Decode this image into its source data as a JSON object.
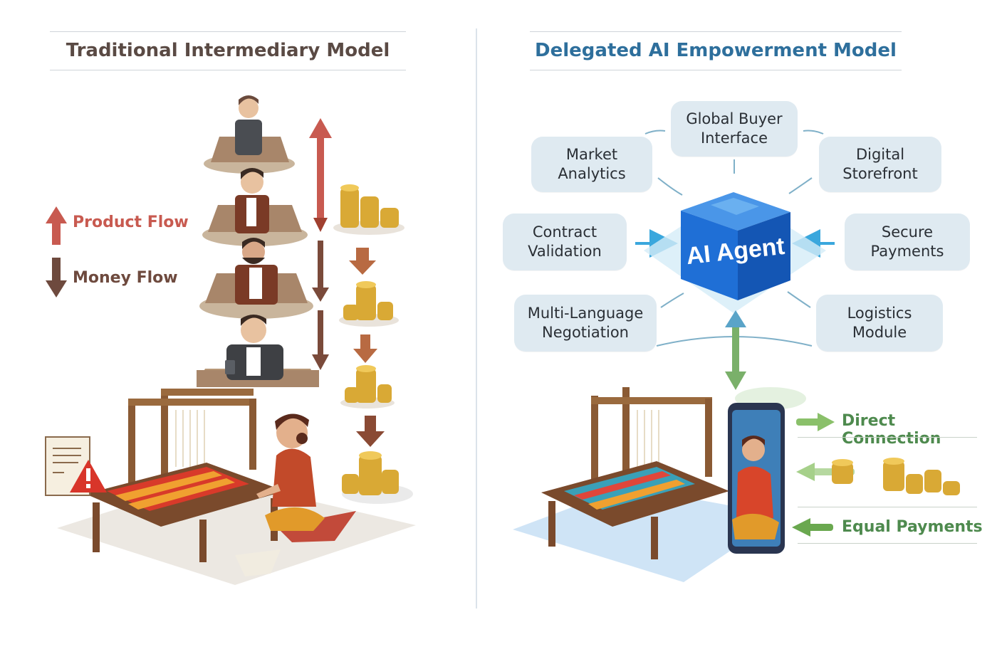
{
  "left": {
    "title": "Traditional Intermediary Model",
    "legend": [
      {
        "label": "Product Flow",
        "color": "#c85a50",
        "icon": "arrow-up-icon"
      },
      {
        "label": "Money Flow",
        "color": "#6e4a3e",
        "icon": "arrow-down-icon"
      }
    ],
    "intermediary_count": 4,
    "coin_stack_count": 4,
    "warning_icon": "warning-icon",
    "document_icon": "document-icon"
  },
  "right": {
    "title": "Delegated AI Empowerment Model",
    "agent_label": "AI Agent",
    "modules": [
      {
        "id": "global-buyer",
        "label": "Global Buyer\nInterface"
      },
      {
        "id": "market-analytics",
        "label": "Market\nAnalytics"
      },
      {
        "id": "digital-storefront",
        "label": "Digital\nStorefront"
      },
      {
        "id": "contract-validation",
        "label": "Contract\nValidation"
      },
      {
        "id": "secure-payments",
        "label": "Secure\nPayments"
      },
      {
        "id": "multi-language",
        "label": "Multi-Language\nNegotiation"
      },
      {
        "id": "logistics",
        "label": "Logistics\nModule"
      }
    ],
    "callouts": {
      "direct_connection": "Direct Connection",
      "equal_payments": "Equal Payments"
    }
  },
  "colors": {
    "product_flow": "#c85a50",
    "money_flow": "#7a4a3a",
    "accent_blue": "#2e6f9c",
    "cube_blue": "#1f6fd6",
    "green": "#6aa84f",
    "module_bg": "#dfeaf1"
  }
}
